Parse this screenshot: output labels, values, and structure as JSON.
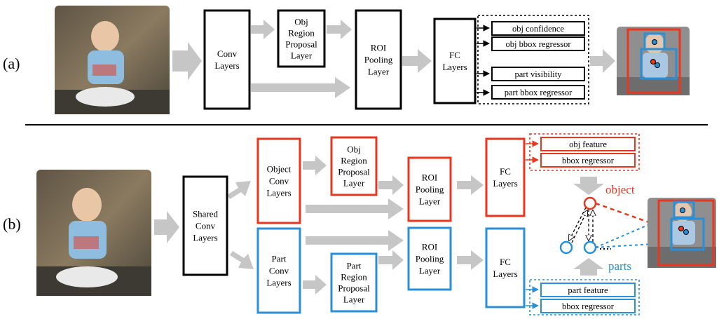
{
  "panel_a": {
    "label": "(a)",
    "conv": [
      "Conv",
      "Layers"
    ],
    "rpn": [
      "Obj",
      "Region",
      "Proposal",
      "Layer"
    ],
    "roi": [
      "ROI",
      "Pooling",
      "Layer"
    ],
    "fc": [
      "FC",
      "Layers"
    ],
    "outputs": [
      "obj confidence",
      "obj bbox regressor",
      "part visibility",
      "part bbox regressor"
    ]
  },
  "panel_b": {
    "label": "(b)",
    "shared": [
      "Shared",
      "Conv",
      "Layers"
    ],
    "obj_conv": [
      "Object",
      "Conv",
      "Layers"
    ],
    "obj_rpn": [
      "Obj",
      "Region",
      "Proposal",
      "Layer"
    ],
    "obj_roi": [
      "ROI",
      "Pooling",
      "Layer"
    ],
    "obj_fc": [
      "FC",
      "Layers"
    ],
    "part_conv": [
      "Part",
      "Conv",
      "Layers"
    ],
    "part_rpn": [
      "Part",
      "Region",
      "Proposal",
      "Layer"
    ],
    "part_roi": [
      "ROI",
      "Pooling",
      "Layer"
    ],
    "part_fc": [
      "FC",
      "Layers"
    ],
    "obj_outputs": [
      "obj feature",
      "bbox regressor"
    ],
    "part_outputs": [
      "part feature",
      "bbox regressor"
    ],
    "object_label": "object",
    "parts_label": "parts"
  },
  "colors": {
    "object": "#e8361f",
    "part": "#2a8fd9",
    "arrow": "#c6c6c6",
    "box": "#000000"
  }
}
